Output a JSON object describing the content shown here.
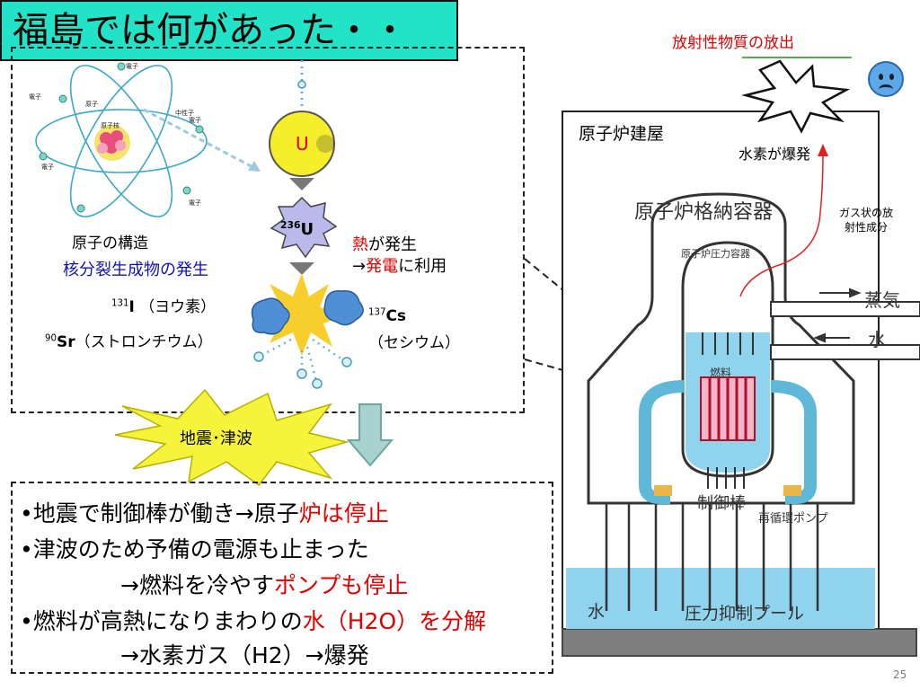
{
  "title": "福島では何があった・・",
  "atom": {
    "caption": "原子の構造",
    "labels": {
      "electron": "電子",
      "proton": "原子",
      "neutron": "中性子",
      "nucleus": "原子核"
    },
    "uranium": "U",
    "u236": "236U",
    "u236_mass": "236",
    "u236_symbol": "U",
    "fission_products_label": "核分裂生成物の発生",
    "iodine": {
      "mass": "131",
      "symbol": "I",
      "name": "（ヨウ素）"
    },
    "strontium": {
      "mass": "90",
      "symbol": "Sr",
      "name": "（ストロンチウム）"
    },
    "cesium": {
      "mass": "137",
      "symbol": "Cs",
      "name": "（セシウム）"
    },
    "heat_word": "熱",
    "heat_rest": "が発生",
    "power_arrow": "→",
    "power_word": "発電",
    "power_rest": "に利用"
  },
  "quake_label": "地震･津波",
  "bullets": [
    {
      "prefix": "•地震で制御棒が働き→原子",
      "highlight": "炉は停止",
      "suffix": ""
    },
    {
      "prefix": "•津波のため予備の電源も止まった",
      "highlight": "",
      "suffix": ""
    },
    {
      "prefix": "　　→燃料を冷やす",
      "highlight": "ポンプも停止",
      "suffix": ""
    },
    {
      "prefix": "•燃料が高熱になりまわりの",
      "highlight": "水（H2O）を分解",
      "suffix": ""
    },
    {
      "prefix": "　　→水素ガス（H2）→爆発",
      "highlight": "",
      "suffix": ""
    }
  ],
  "reactor": {
    "building_label": "原子炉建屋",
    "containment_label": "原子炉格納容器",
    "pressure_vessel_label": "原子炉圧力容器",
    "steam_label": "蒸気",
    "water_label": "水",
    "fuel_label": "燃料",
    "control_rod_label": "制御棒",
    "pump_label": "再循環ポンプ",
    "pool_water_label": "水",
    "suppression_pool_label": "圧力抑制プール",
    "explosion_label": "水素が爆発",
    "release_label": "放射性物質の放出",
    "gas_label_line1": "ガス状の放",
    "gas_label_line2": "射性成分"
  },
  "page_number": "25",
  "colors": {
    "title_bg": "#22e2c8",
    "accent_red": "#e00000",
    "water": "#8fd3ec",
    "vessel": "#5fb8d8"
  }
}
